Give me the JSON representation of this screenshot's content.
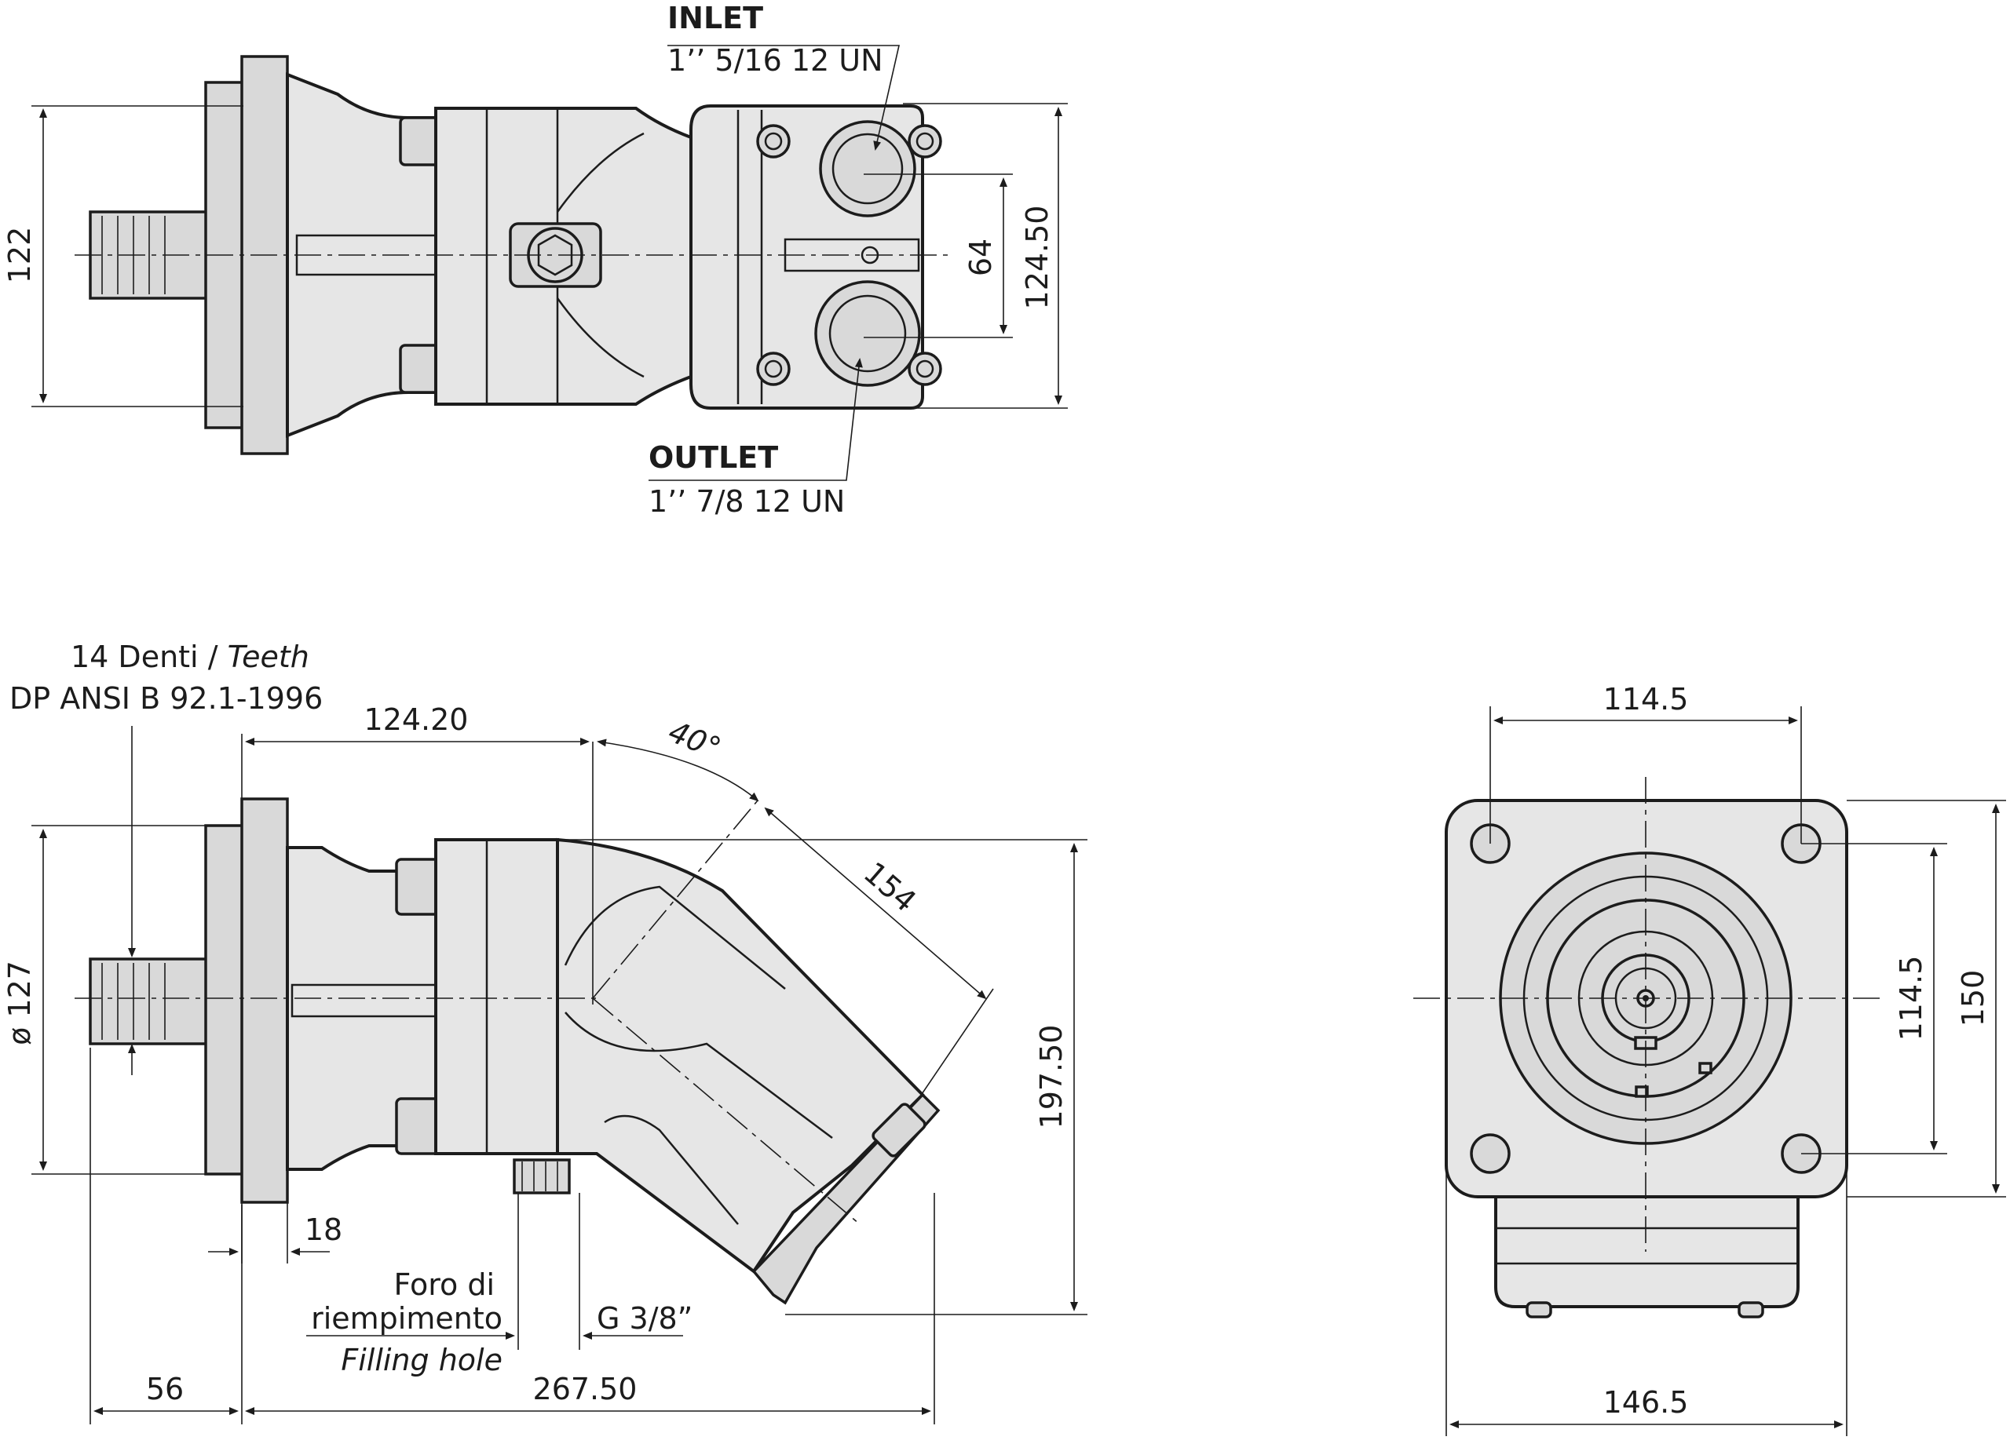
{
  "top_view": {
    "inlet": {
      "title": "INLET",
      "thread": "1’’ 5/16 12 UN"
    },
    "outlet": {
      "title": "OUTLET",
      "thread": "1’’ 7/8 12 UN"
    },
    "dims": {
      "height": "122",
      "port_spacing": "64",
      "block_height": "124.50"
    }
  },
  "side_view": {
    "teeth_label": "14 Denti / ",
    "teeth_label_it": "Teeth",
    "spline_standard": "DP ANSI B 92.1-1996",
    "dims": {
      "flange_to_pivot": "124.20",
      "bent_angle": "40°",
      "head_length": "154",
      "pilot_diameter": "ø 127",
      "overall_height": "197.50",
      "flange_thickness": "18",
      "shaft_length": "56",
      "body_length": "267.50"
    },
    "filling": {
      "line1": "Foro di",
      "line2": "riempimento",
      "line3": "Filling hole",
      "thread": "G 3/8”"
    }
  },
  "front_view": {
    "dims": {
      "bolt_spacing_h": "114.5",
      "bolt_spacing_v": "114.5",
      "flange_height": "150",
      "flange_width": "146.5"
    }
  }
}
